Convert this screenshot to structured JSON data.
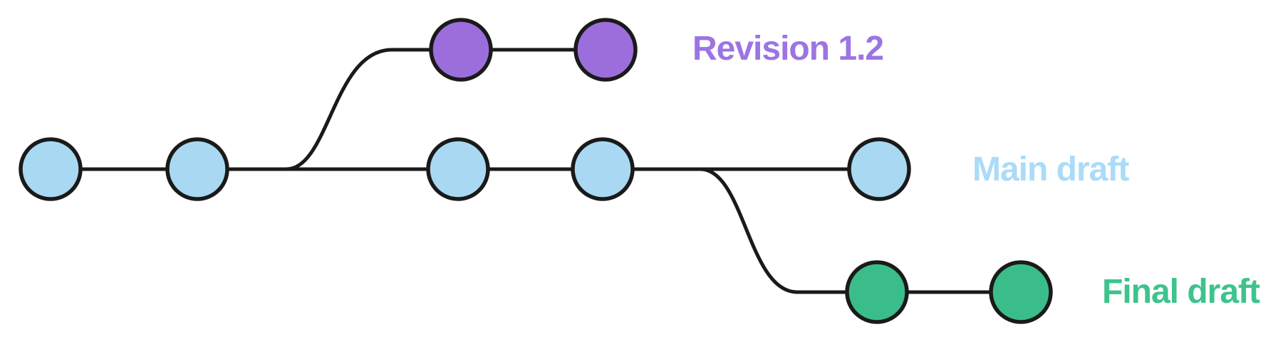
{
  "diagram": {
    "kind": "version-history-branch-graph",
    "labels": {
      "revision": "Revision 1.2",
      "main": "Main draft",
      "final": "Final draft"
    },
    "colors": {
      "background": "#FFFFFF",
      "line": "#1A1A1A",
      "node_blue": "#A9D9F2",
      "node_purple": "#9C6EDB",
      "node_green": "#3BBD8B",
      "label_blue": "#ABDBF8",
      "label_purple": "#9C74E3",
      "label_green": "#3EC38D"
    },
    "branches": [
      {
        "name": "Main draft",
        "node_count": 5,
        "row": "middle"
      },
      {
        "name": "Revision 1.2",
        "node_count": 2,
        "row": "top"
      },
      {
        "name": "Final draft",
        "node_count": 2,
        "row": "bottom"
      }
    ]
  }
}
